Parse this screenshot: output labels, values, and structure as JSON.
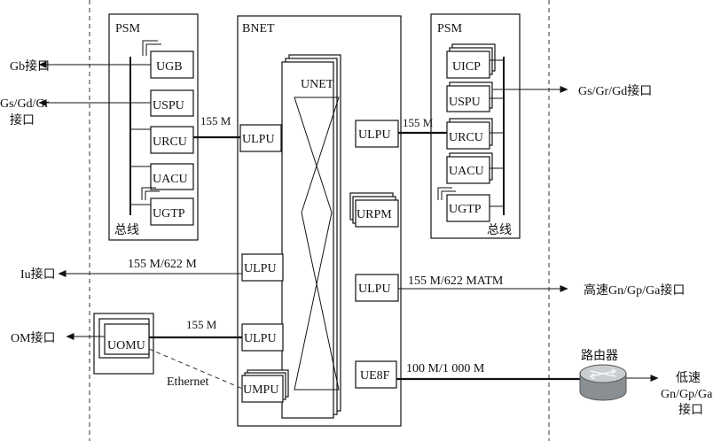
{
  "psm_left": {
    "title": "PSM",
    "bus_label": "总线",
    "cards": [
      "UGB",
      "USPU",
      "URCU",
      "UACU",
      "UGTP"
    ]
  },
  "psm_right": {
    "title": "PSM",
    "bus_label": "总线",
    "cards": [
      "UICP",
      "USPU",
      "URCU",
      "UACU",
      "UGTP"
    ]
  },
  "bnet": {
    "title": "BNET",
    "unet_label": "UNET",
    "left_cards": [
      "ULPU",
      "ULPU",
      "ULPU",
      "UMPU"
    ],
    "right_cards": [
      "ULPU",
      "URPM",
      "ULPU",
      "UE8F"
    ]
  },
  "om_box": {
    "card": "UOMU"
  },
  "interfaces": {
    "gb": "Gb接口",
    "gs_gd_gr_line1": "Gs/Gd/Gr",
    "gs_gd_gr_line2": "接口",
    "iu": "Iu接口",
    "om": "OM接口",
    "gs_gr_gd_right": "Gs/Gr/Gd接口",
    "highspeed": "高速Gn/Gp/Ga接口",
    "lowspeed_line1": "低速",
    "lowspeed_line2": "Gn/Gp/Ga",
    "lowspeed_line3": "接口"
  },
  "links": {
    "left_155": "155 M",
    "right_155": "155 M",
    "iu_rate": "155 M/622 M",
    "om_rate": "155 M",
    "atm_rate": "155 M/622 MATM",
    "eth_rate": "100 M/1 000 M",
    "ethernet": "Ethernet"
  },
  "router": {
    "label": "路由器"
  }
}
